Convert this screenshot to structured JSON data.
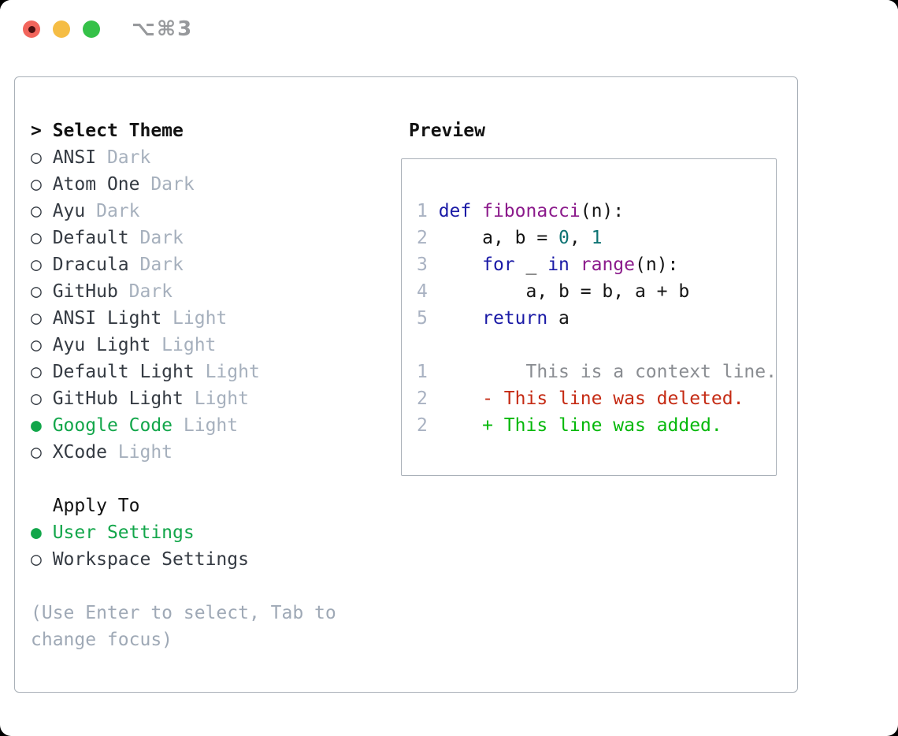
{
  "window": {
    "title": "⌥⌘3"
  },
  "colors": {
    "close": "#f2655c",
    "close_dot": "#4c0f10",
    "minimize": "#f5bd45",
    "maximize": "#35c148",
    "title": "#97999c",
    "border": "#a9b0b8",
    "header": "#121212",
    "item": "#343a42",
    "tag": "#a6b0bd",
    "selected": "#12a64a",
    "help": "#9fa9b6",
    "lnum": "#a9b2c2",
    "kw": "#1a1aa6",
    "fn": "#8b1a8b",
    "numlit": "#0e7373",
    "plain": "#141414",
    "context": "#8a8d92",
    "deleted": "#c52b14",
    "added": "#04b80a"
  },
  "theme_picker": {
    "header": {
      "prefix": ">",
      "label": "Select Theme"
    },
    "radio_selected": "●",
    "radio_unselected": "○",
    "items": [
      {
        "name": "ANSI",
        "tag": "Dark",
        "selected": false
      },
      {
        "name": "Atom One",
        "tag": "Dark",
        "selected": false
      },
      {
        "name": "Ayu",
        "tag": "Dark",
        "selected": false
      },
      {
        "name": "Default",
        "tag": "Dark",
        "selected": false
      },
      {
        "name": "Dracula",
        "tag": "Dark",
        "selected": false
      },
      {
        "name": "GitHub",
        "tag": "Dark",
        "selected": false
      },
      {
        "name": "ANSI Light",
        "tag": "Light",
        "selected": false
      },
      {
        "name": "Ayu Light",
        "tag": "Light",
        "selected": false
      },
      {
        "name": "Default Light",
        "tag": "Light",
        "selected": false
      },
      {
        "name": "GitHub Light",
        "tag": "Light",
        "selected": false
      },
      {
        "name": "Google Code",
        "tag": "Light",
        "selected": true
      },
      {
        "name": "XCode",
        "tag": "Light",
        "selected": false
      }
    ]
  },
  "apply_to": {
    "header": "Apply To",
    "options": [
      {
        "name": "User Settings",
        "selected": true
      },
      {
        "name": "Workspace Settings",
        "selected": false
      }
    ]
  },
  "help": {
    "line1": "(Use Enter to select, Tab to",
    "line2": "change focus)"
  },
  "preview": {
    "header": "Preview",
    "code_lines": [
      {
        "num": "1",
        "tokens": [
          {
            "t": "def",
            "c": "kw"
          },
          {
            "t": " "
          },
          {
            "t": "fibonacci",
            "c": "fn"
          },
          {
            "t": "(n):"
          }
        ]
      },
      {
        "num": "2",
        "tokens": [
          {
            "t": "    a, b = "
          },
          {
            "t": "0",
            "c": "num"
          },
          {
            "t": ", "
          },
          {
            "t": "1",
            "c": "num"
          }
        ]
      },
      {
        "num": "3",
        "tokens": [
          {
            "t": "    "
          },
          {
            "t": "for",
            "c": "kw"
          },
          {
            "t": " _ "
          },
          {
            "t": "in",
            "c": "kw"
          },
          {
            "t": " "
          },
          {
            "t": "range",
            "c": "fn"
          },
          {
            "t": "(n):"
          }
        ]
      },
      {
        "num": "4",
        "tokens": [
          {
            "t": "        a, b = b, a + b"
          }
        ]
      },
      {
        "num": "5",
        "tokens": [
          {
            "t": "    "
          },
          {
            "t": "return",
            "c": "kw"
          },
          {
            "t": " a"
          }
        ]
      }
    ],
    "diff_lines": [
      {
        "num": "1",
        "type": "context",
        "marker": "",
        "text": "This is a context line."
      },
      {
        "num": "2",
        "type": "deleted",
        "marker": "-",
        "text": "This line was deleted."
      },
      {
        "num": "2",
        "type": "added",
        "marker": "+",
        "text": "This line was added."
      }
    ]
  }
}
